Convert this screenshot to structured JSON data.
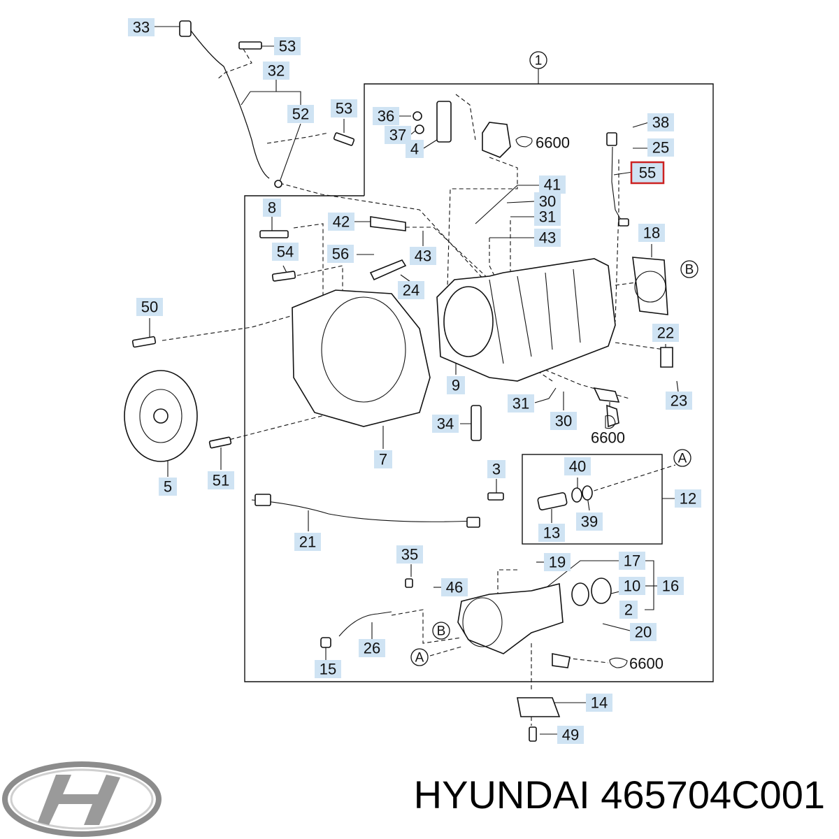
{
  "caption": {
    "brand": "HYUNDAI",
    "part_number": "465704C001"
  },
  "logo": {
    "icon": "hyundai-logo-icon",
    "color": "#8c8c8c"
  },
  "highlight_color": "#cc2222",
  "callout_color": "#cfe3f3",
  "callouts": [
    "33",
    "53",
    "32",
    "52",
    "53",
    "36",
    "37",
    "4",
    "38",
    "25",
    "55",
    "41",
    "30",
    "31",
    "43",
    "8",
    "42",
    "43",
    "56",
    "54",
    "24",
    "18",
    "50",
    "22",
    "23",
    "9",
    "31",
    "30",
    "34",
    "7",
    "5",
    "51",
    "3",
    "40",
    "39",
    "13",
    "12",
    "21",
    "35",
    "19",
    "17",
    "46",
    "10",
    "16",
    "2",
    "20",
    "26",
    "15",
    "14",
    "49"
  ],
  "plain_labels": [
    "6600",
    "6600",
    "6600"
  ],
  "circle_labels": [
    "1",
    "B",
    "A",
    "B",
    "A"
  ]
}
